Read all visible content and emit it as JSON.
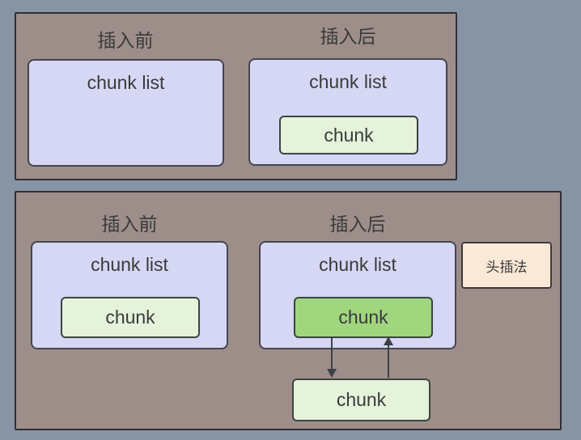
{
  "colors": {
    "background": "#8794a3",
    "panel_fill": "#9e8e8a",
    "chunk_list_fill": "#d5d7f4",
    "chunk_fill_light": "#e6f3db",
    "chunk_fill_highlight": "#9fd67e",
    "note_fill": "#fbe9d8",
    "arrow_color": "#3f4045",
    "text_color": "#3a3a3a"
  },
  "top_section": {
    "before": {
      "label": "插入前",
      "list_label": "chunk list"
    },
    "after": {
      "label": "插入后",
      "list_label": "chunk list",
      "chunk_label": "chunk"
    }
  },
  "bottom_section": {
    "before": {
      "label": "插入前",
      "list_label": "chunk list",
      "chunk_label": "chunk"
    },
    "after": {
      "label": "插入后",
      "list_label": "chunk list",
      "chunk_label": "chunk",
      "note_label": "头插法",
      "outside_chunk_label": "chunk"
    }
  }
}
